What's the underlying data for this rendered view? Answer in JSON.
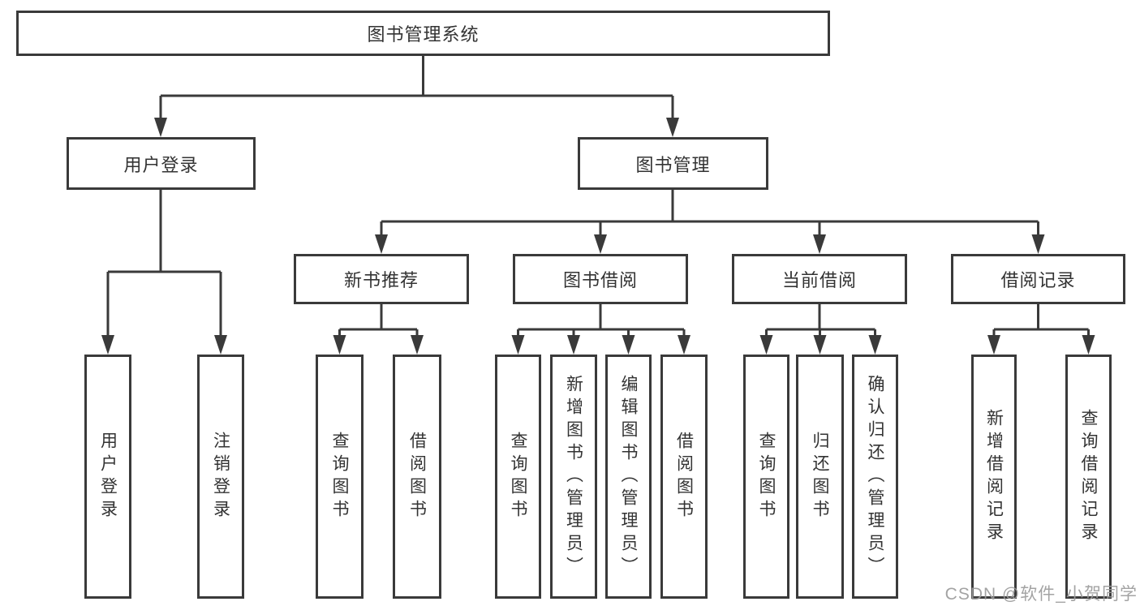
{
  "diagram": {
    "root": {
      "label": "图书管理系统",
      "children": [
        {
          "label": "用户登录",
          "children": [
            {
              "label": "用户登录"
            },
            {
              "label": "注销登录"
            }
          ]
        },
        {
          "label": "图书管理",
          "children": [
            {
              "label": "新书推荐",
              "children": [
                {
                  "label": "查询图书"
                },
                {
                  "label": "借阅图书"
                }
              ]
            },
            {
              "label": "图书借阅",
              "children": [
                {
                  "label": "查询图书"
                },
                {
                  "label": "新增图书（管理员）"
                },
                {
                  "label": "编辑图书（管理员）"
                },
                {
                  "label": "借阅图书"
                }
              ]
            },
            {
              "label": "当前借阅",
              "children": [
                {
                  "label": "查询图书"
                },
                {
                  "label": "归还图书"
                },
                {
                  "label": "确认归还（管理员）"
                }
              ]
            },
            {
              "label": "借阅记录",
              "children": [
                {
                  "label": "新增借阅记录"
                },
                {
                  "label": "查询借阅记录"
                }
              ]
            }
          ]
        }
      ]
    }
  },
  "watermark": {
    "text": "CSDN @软件_小贺同学"
  },
  "colors": {
    "line": "#3a3a3a",
    "border": "#3a3a3a",
    "text": "#333333",
    "background": "#ffffff",
    "watermark": "#9c9c9c"
  }
}
